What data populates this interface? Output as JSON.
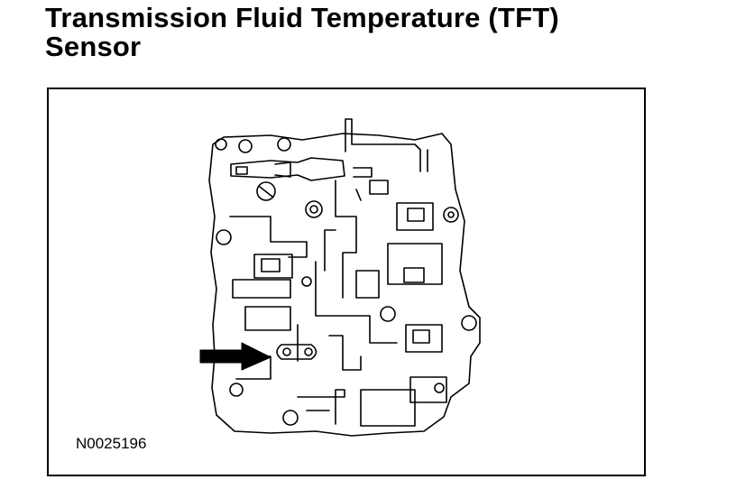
{
  "title": {
    "line1": "Transmission Fluid Temperature (TFT)",
    "line2": "Sensor"
  },
  "figure": {
    "code": "N0025196",
    "line_color": "#000000",
    "background": "#ffffff",
    "pointer": "arrow"
  }
}
